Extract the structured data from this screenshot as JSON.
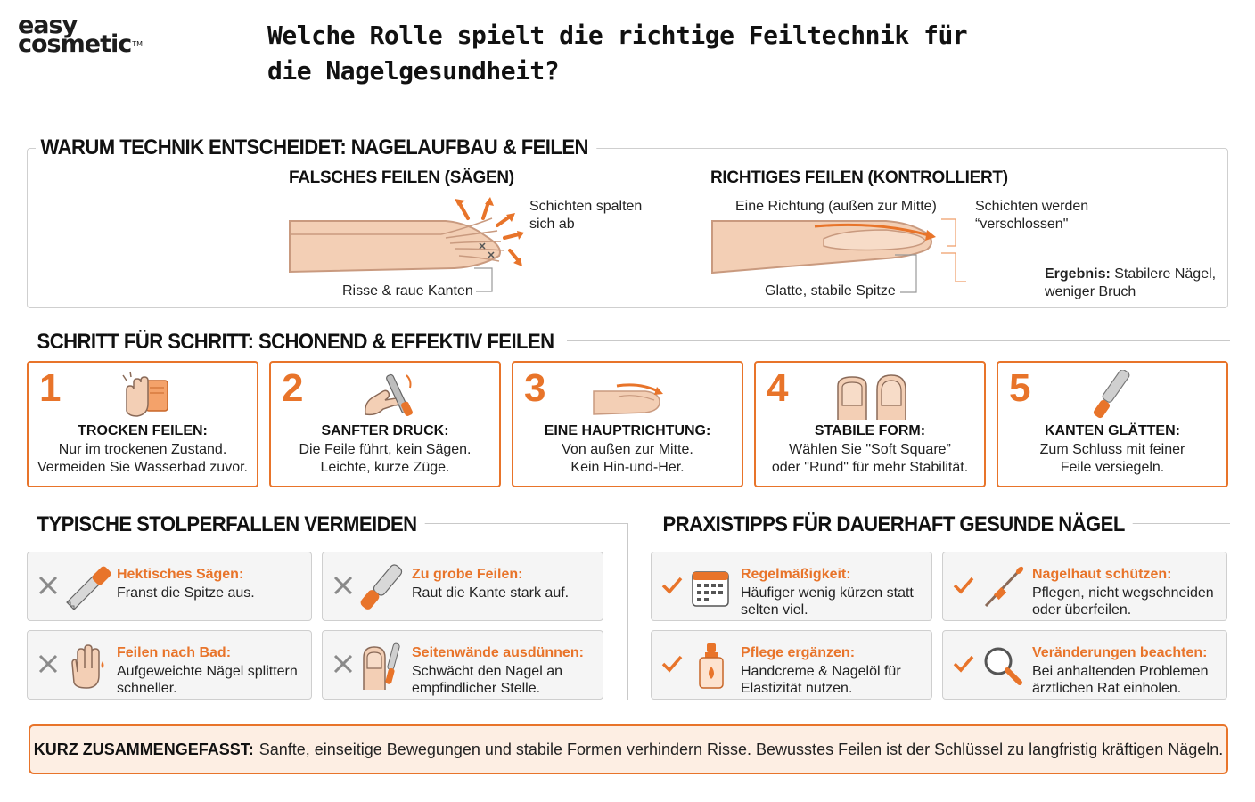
{
  "brand": {
    "line1": "easy",
    "line2": "cosmetic",
    "tm": "TM"
  },
  "title": "Welche Rolle spielt die richtige Feiltechnik für die Nagelgesundheit?",
  "section1": {
    "heading": "WARUM TECHNIK ENTSCHEIDET: NAGELAUFBAU & FEILEN",
    "wrong": {
      "title": "FALSCHES FEILEN (SÄGEN)",
      "label_layers": "Schichten spalten sich ab",
      "label_cracks": "Risse & raue Kanten"
    },
    "right": {
      "title": "RICHTIGES FEILEN (KONTROLLIERT)",
      "label_direction": "Eine Richtung (außen zur Mitte)",
      "label_sealed": "Schichten werden “verschlossen\"",
      "label_tip": "Glatte, stabile Spitze",
      "result_label": "Ergebnis:",
      "result_text": "Stabilere Nägel, weniger Bruch"
    }
  },
  "section2": {
    "heading": "SCHRITT FÜR SCHRITT: SCHONEND & EFFEKTIV FEILEN",
    "steps": [
      {
        "num": "1",
        "icon": "dry-hand-towel-icon",
        "title": "TROCKEN FEILEN:",
        "line1": "Nur im trockenen Zustand.",
        "line2": "Vermeiden Sie Wasserbad zuvor."
      },
      {
        "num": "2",
        "icon": "hand-file-icon",
        "title": "SANFTER DRUCK:",
        "line1": "Die Feile führt, kein Sägen.",
        "line2": "Leichte, kurze Züge."
      },
      {
        "num": "3",
        "icon": "nail-direction-icon",
        "title": "EINE HAUPTRICHTUNG:",
        "line1": "Von außen zur Mitte.",
        "line2": "Kein Hin-und-Her."
      },
      {
        "num": "4",
        "icon": "nail-shapes-icon",
        "title": "STABILE FORM:",
        "line1": "Wählen Sie \"Soft Square”",
        "line2": "oder \"Rund\" für mehr Stabilität."
      },
      {
        "num": "5",
        "icon": "fine-file-icon",
        "title": "KANTEN GLÄTTEN:",
        "line1": "Zum Schluss mit feiner",
        "line2": "Feile versiegeln."
      }
    ]
  },
  "section3": {
    "heading": "TYPISCHE STOLPERFALLEN VERMEIDEN",
    "items": [
      {
        "icon": "saw-icon",
        "title": "Hektisches Sägen:",
        "line1": "Franst die Spitze aus.",
        "line2": ""
      },
      {
        "icon": "coarse-file-icon",
        "title": "Zu grobe Feilen:",
        "line1": "Raut die Kante stark auf.",
        "line2": ""
      },
      {
        "icon": "wet-hand-icon",
        "title": "Feilen nach Bad:",
        "line1": "Aufgeweichte Nägel splittern",
        "line2": "schneller."
      },
      {
        "icon": "finger-file-icon",
        "title": "Seitenwände ausdünnen:",
        "line1": "Schwächt den Nagel an",
        "line2": "empfindlicher Stelle."
      }
    ]
  },
  "section4": {
    "heading": "PRAXISTIPPS FÜR DAUERHAFT GESUNDE NÄGEL",
    "items": [
      {
        "icon": "calendar-icon",
        "title": "Regelmäßigkeit:",
        "line1": "Häufiger wenig kürzen statt",
        "line2": "selten viel."
      },
      {
        "icon": "cuticle-pusher-icon",
        "title": "Nagelhaut schützen:",
        "line1": "Pflegen, nicht wegschneiden",
        "line2": "oder überfeilen."
      },
      {
        "icon": "oil-bottle-icon",
        "title": "Pflege ergänzen:",
        "line1": "Handcreme & Nagelöl für",
        "line2": "Elastizität nutzen."
      },
      {
        "icon": "magnifier-icon",
        "title": "Veränderungen beachten:",
        "line1": "Bei anhaltenden Problemen",
        "line2": "ärztlichen Rat einholen."
      }
    ]
  },
  "summary": {
    "label": "KURZ ZUSAMMENGEFASST:",
    "text": "Sanfte, einseitige Bewegungen und stabile Formen verhindern Risse. Bewusstes Feilen ist der Schlüssel zu langfristig kräftigen Nägeln."
  },
  "colors": {
    "accent": "#e8742a",
    "skin": "#f3cfb5",
    "skin_line": "#c99a7f"
  }
}
